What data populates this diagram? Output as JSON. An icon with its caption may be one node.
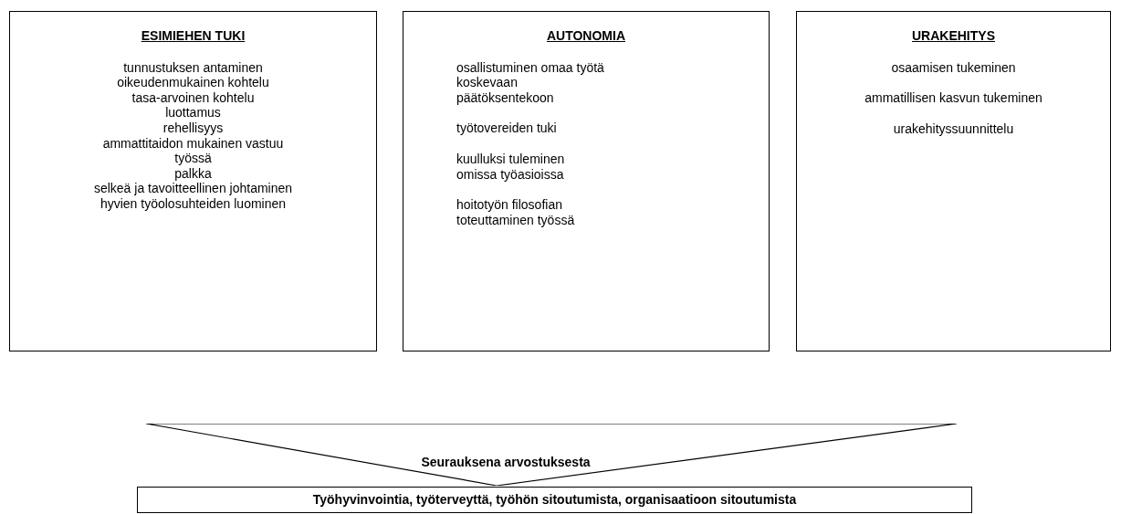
{
  "diagram": {
    "nodes": [
      {
        "text": [
          "ESIMIEHEN TUKI",
          "tunnustuksen antaminen",
          "oikeudenmukainen kohtelu",
          "tasa-arvoinen kohtelu",
          "luottamus",
          "rehellisyys",
          "ammattitaidon mukainen vastuu työssä",
          "palkka",
          "selkeä ja tavoitteellinen johtaminen",
          "hyvien työolosuhteiden luominen"
        ]
      },
      {
        "text": [
          "AUTONOMIA",
          "osallistuminen omaa työtä koskevaan päätöksentekoon",
          "työtovereiden tuki",
          "kuulluksi tuleminen omissa työasioissa",
          "hoitotyön filosofian toteuttaminen työssä"
        ]
      },
      {
        "text": [
          "URAKEHITYS",
          "osaamisen tukeminen",
          "ammatillisen kasvun tukeminen",
          "urakehityssuunnittelu"
        ]
      },
      {
        "text": [
          "Seurauksena arvostuksesta"
        ]
      },
      {
        "text": [
          "Työhyvinvointia, työterveyttä, työhön sitoutumista, organisaatioon sitoutumista"
        ]
      }
    ],
    "edges": []
  }
}
